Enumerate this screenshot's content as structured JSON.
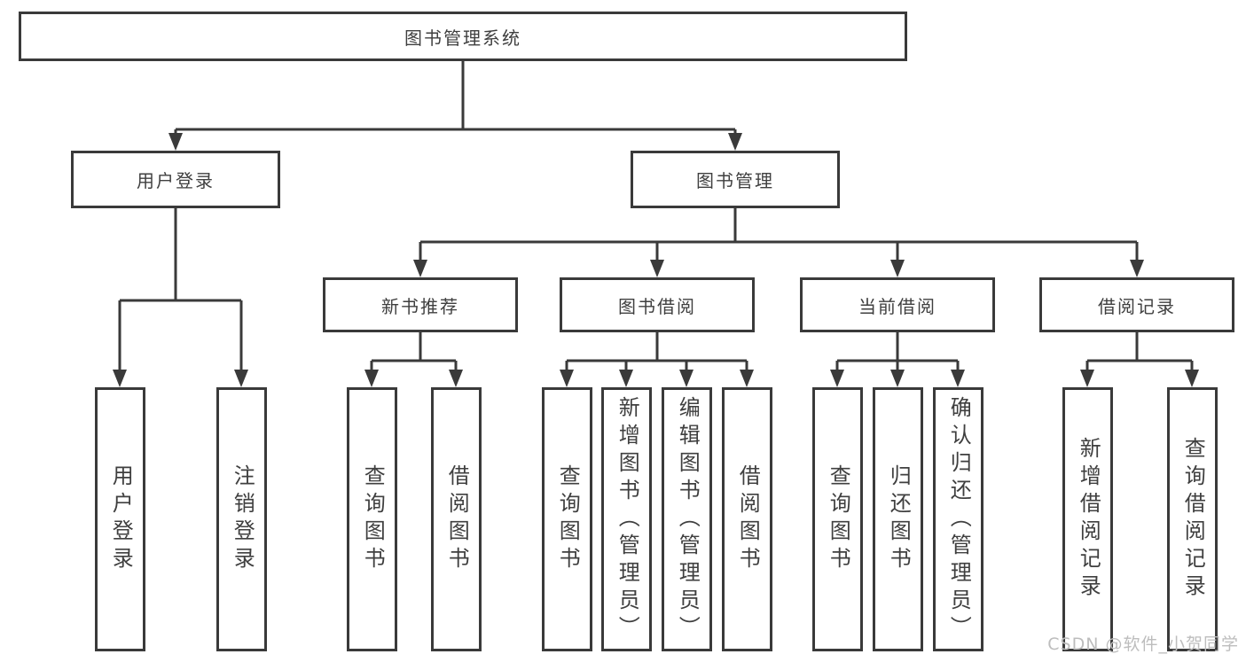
{
  "diagram_type": "functional-structure-tree",
  "colors": {
    "line": "#3a3a3a",
    "text": "#3f3f3f",
    "background": "#ffffff",
    "watermark": "#bdbdbd"
  },
  "watermark": "CSDN @软件_小贺同学",
  "tree": {
    "label": "图书管理系统",
    "children": [
      {
        "label": "用户登录",
        "children": [
          {
            "label": "用户登录"
          },
          {
            "label": "注销登录"
          }
        ]
      },
      {
        "label": "图书管理",
        "children": [
          {
            "label": "新书推荐",
            "children": [
              {
                "label": "查询图书"
              },
              {
                "label": "借阅图书"
              }
            ]
          },
          {
            "label": "图书借阅",
            "children": [
              {
                "label": "查询图书"
              },
              {
                "label": "新增图书（管理员）"
              },
              {
                "label": "编辑图书（管理员）"
              },
              {
                "label": "借阅图书"
              }
            ]
          },
          {
            "label": "当前借阅",
            "children": [
              {
                "label": "查询图书"
              },
              {
                "label": "归还图书"
              },
              {
                "label": "确认归还（管理员）"
              }
            ]
          },
          {
            "label": "借阅记录",
            "children": [
              {
                "label": "新增借阅记录"
              },
              {
                "label": "查询借阅记录"
              }
            ]
          }
        ]
      }
    ]
  }
}
